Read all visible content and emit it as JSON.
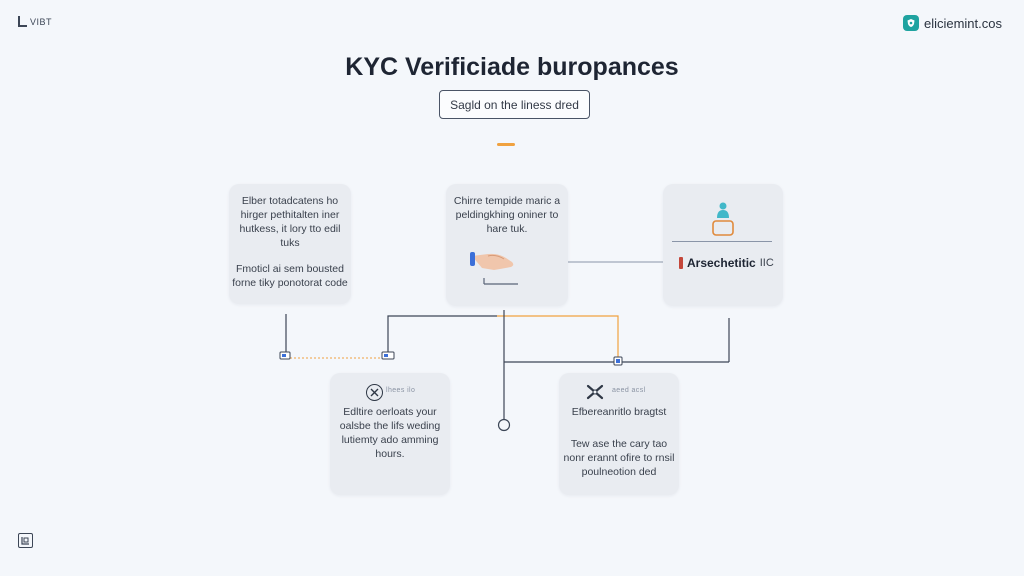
{
  "header": {
    "brand_left": "VIBT",
    "brand_right": "eliciemint.cos"
  },
  "title": "KYC Verificiade buropances",
  "subtitle": "Sagld on the liness dred",
  "cards": [
    {
      "paragraphs": [
        "Elber totadcatens ho hirger pethitalten iner hutkess, it lory tto edil tuks",
        "Fmoticl ai sem bousted forne tiky ponotorat code"
      ]
    },
    {
      "paragraphs": [
        "Chirre tempide maric a peldingkhing oniner to hare tuk."
      ]
    },
    {
      "label_main": "Arsechetitic",
      "label_tail": "IIC"
    },
    {
      "tag": "lhees ilo",
      "paragraphs": [
        "Edltire oerloats your oalsbe the lifs weding lutiemty ado amming hours."
      ]
    },
    {
      "tag": "aeed acsl",
      "paragraphs": [
        "Efbereanritlo bragtst",
        "Tew ase the cary tao nonr erannt ofire to rnsil poulneotion ded"
      ]
    }
  ],
  "icons": {
    "brand_right": "shield-logo-icon",
    "card2": "hand-icon",
    "card3": "user-bucket-icon",
    "card4": "plane-badge-icon",
    "card5": "tools-x-icon",
    "footer": "corner-icon"
  },
  "colors": {
    "background": "#f4f7fb",
    "card": "#e9ecf1",
    "accent_orange": "#f0a240",
    "line_dark": "#3c4656",
    "brand_teal": "#1fa3a0"
  }
}
